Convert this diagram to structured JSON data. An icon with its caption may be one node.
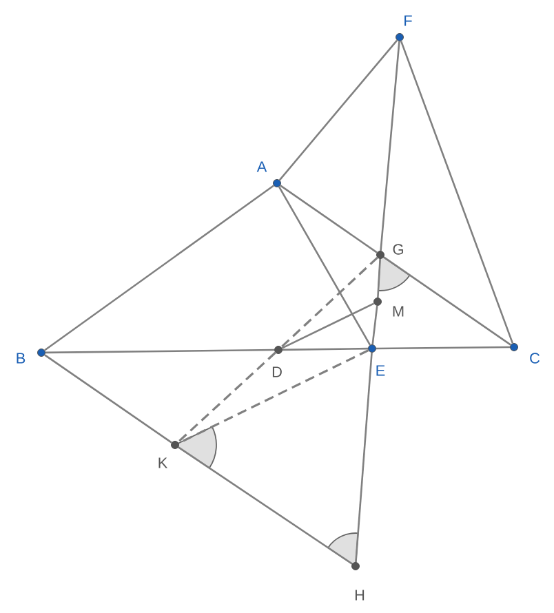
{
  "diagram": {
    "nodes": [
      {
        "text": [],
        "shape": "circle",
        "beside": [
          "F"
        ]
      },
      {
        "text": [],
        "shape": "circle",
        "beside": [
          "A"
        ]
      },
      {
        "text": [],
        "shape": "circle",
        "beside": [
          "G"
        ]
      },
      {
        "text": [],
        "shape": "circle",
        "beside": [
          "M"
        ]
      },
      {
        "text": [],
        "shape": "circle",
        "beside": [
          "B"
        ]
      },
      {
        "text": [],
        "shape": "circle",
        "beside": [
          "D"
        ]
      },
      {
        "text": [],
        "shape": "circle",
        "beside": [
          "E"
        ]
      },
      {
        "text": [],
        "shape": "circle",
        "beside": [
          "C"
        ]
      },
      {
        "text": [],
        "shape": "circle",
        "beside": [
          "K"
        ]
      },
      {
        "text": [],
        "shape": "circle",
        "beside": [
          "H"
        ]
      }
    ],
    "edges": [
      {
        "from": 0,
        "to": 1,
        "arrow": "none"
      },
      {
        "from": 0,
        "to": 7,
        "arrow": "none"
      },
      {
        "from": 0,
        "to": 2,
        "arrow": "none"
      },
      {
        "from": 2,
        "to": 3,
        "arrow": "none"
      },
      {
        "from": 3,
        "to": 6,
        "arrow": "none"
      },
      {
        "from": 6,
        "to": 9,
        "arrow": "none"
      },
      {
        "from": 1,
        "to": 4,
        "arrow": "none"
      },
      {
        "from": 1,
        "to": 2,
        "arrow": "none"
      },
      {
        "from": 2,
        "to": 7,
        "arrow": "none"
      },
      {
        "from": 1,
        "to": 6,
        "arrow": "none"
      },
      {
        "from": 4,
        "to": 5,
        "arrow": "none"
      },
      {
        "from": 5,
        "to": 6,
        "arrow": "none"
      },
      {
        "from": 6,
        "to": 7,
        "arrow": "none"
      },
      {
        "from": 4,
        "to": 8,
        "arrow": "none"
      },
      {
        "from": 8,
        "to": 9,
        "arrow": "none"
      },
      {
        "from": 5,
        "to": 3,
        "arrow": "none"
      },
      {
        "from": 2,
        "to": 5,
        "arrow": "none",
        "style": "dashed"
      },
      {
        "from": 5,
        "to": 8,
        "arrow": "none",
        "style": "dashed"
      },
      {
        "from": 6,
        "to": 8,
        "arrow": "none",
        "style": "dashed"
      }
    ]
  }
}
